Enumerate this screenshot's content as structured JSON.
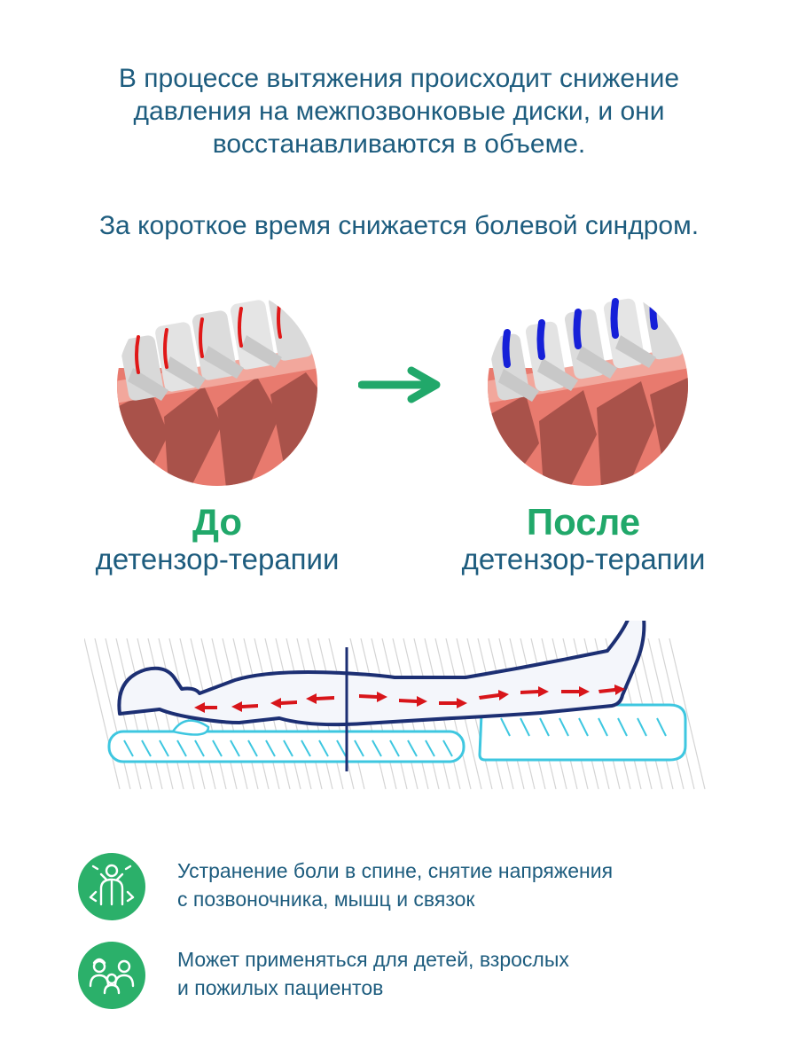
{
  "intro": {
    "line1": "В процессе вытяжения происходит снижение",
    "line2": "давления на межпозвонковые диски, и они",
    "line3": "восстанавливаются в объеме.",
    "line4": "За короткое время снижается болевой синдром."
  },
  "comparison": {
    "before": {
      "title": "До",
      "subtitle": "детензор-терапии",
      "disc_color": "#e01818"
    },
    "after": {
      "title": "После",
      "subtitle": "детензор-терапии",
      "disc_color": "#1620d8"
    },
    "arrow_color": "#21a86a"
  },
  "benefits": [
    {
      "icon": "back-pain-relief-icon",
      "line1": "Устранение боли в спине, снятие напряжения",
      "line2": "с позвоночника, мышц и связок"
    },
    {
      "icon": "family-icon",
      "line1": "Может применяться для детей, взрослых",
      "line2": "и пожилых пациентов"
    }
  ],
  "colors": {
    "text": "#1d5c7e",
    "accent_green": "#21a86a",
    "body_outline": "#1c2f73",
    "mat_outline": "#3ec7e0",
    "traction_arrows": "#d8151a"
  }
}
